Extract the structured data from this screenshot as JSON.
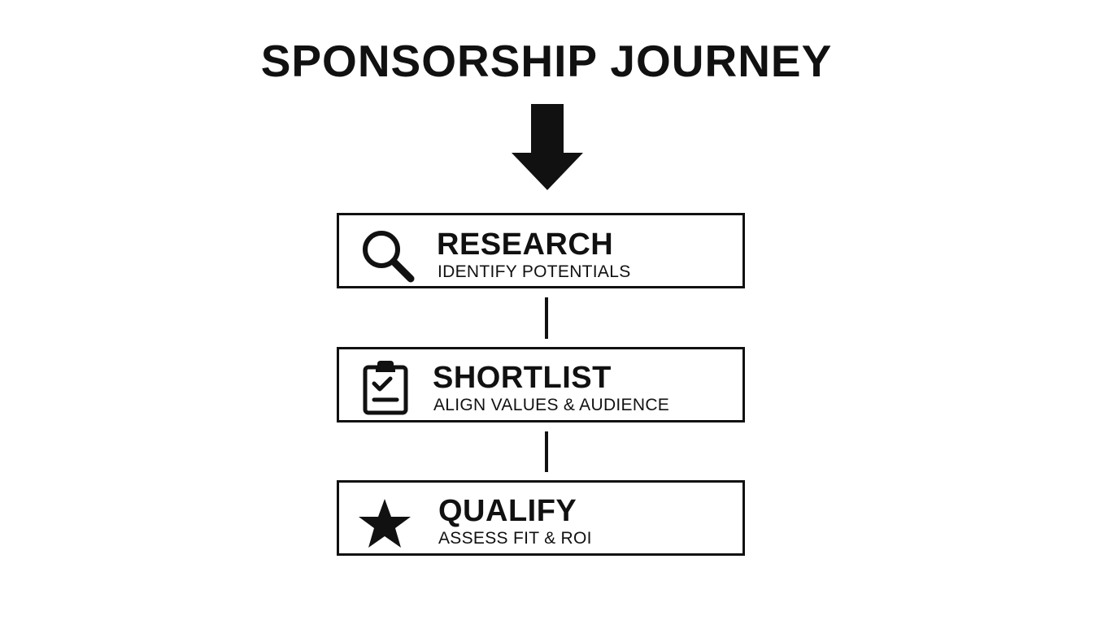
{
  "title": "SPONSORSHIP JOURNEY",
  "colors": {
    "ink": "#111111",
    "background": "#ffffff"
  },
  "steps": [
    {
      "title": "RESEARCH",
      "subtitle": "IDENTIFY POTENTIALS",
      "icon": "magnifying-glass-icon"
    },
    {
      "title": "SHORTLIST",
      "subtitle": "ALIGN VALUES & AUDIENCE",
      "icon": "clipboard-check-icon"
    },
    {
      "title": "QUALIFY",
      "subtitle": "ASSESS FIT & ROI",
      "icon": "star-icon"
    }
  ]
}
